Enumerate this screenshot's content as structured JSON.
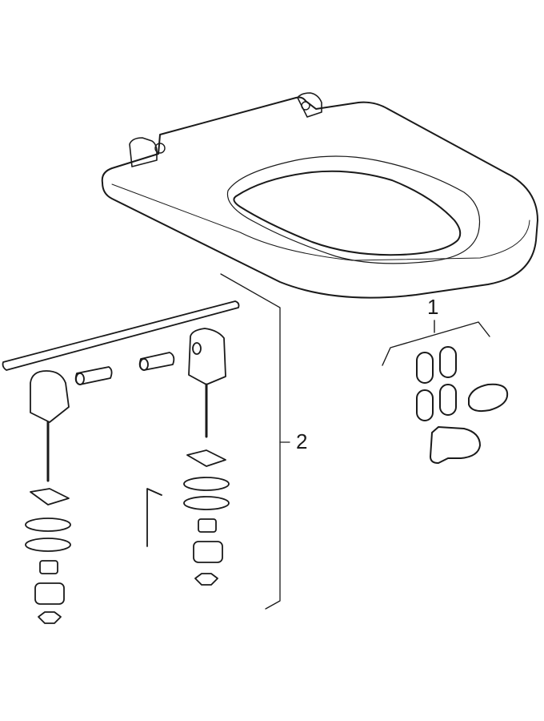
{
  "diagram": {
    "type": "exploded-parts-drawing",
    "subject": "toilet seat with fixing set",
    "colors": {
      "line": "#1a1a1a",
      "background": "#ffffff"
    },
    "callouts": [
      {
        "id": "1",
        "label": "1",
        "description": "buffer set (4 oval buffers, 2 hinge buffers)"
      },
      {
        "id": "2",
        "label": "2",
        "description": "hinge fixing set"
      }
    ]
  }
}
